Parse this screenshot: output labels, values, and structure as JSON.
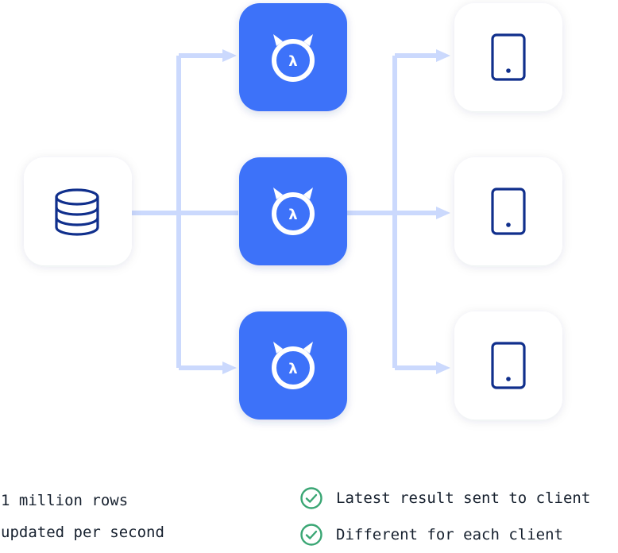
{
  "diagram": {
    "source": {
      "icon": "database-icon"
    },
    "processors": [
      {
        "icon": "hasura-lambda-icon"
      },
      {
        "icon": "hasura-lambda-icon"
      },
      {
        "icon": "hasura-lambda-icon"
      }
    ],
    "clients": [
      {
        "icon": "mobile-device-icon"
      },
      {
        "icon": "mobile-device-icon"
      },
      {
        "icon": "mobile-device-icon"
      }
    ]
  },
  "captions": {
    "source_line1": "1 million rows",
    "source_line2": "updated per second"
  },
  "benefits": [
    {
      "icon": "check-circle-icon",
      "label": "Latest result sent to client"
    },
    {
      "icon": "check-circle-icon",
      "label": "Different for each client"
    }
  ],
  "colors": {
    "processor_fill": "#3c72f9",
    "connector": "#cbd9fd",
    "icon_stroke": "#102f8c",
    "check_green": "#3aa674",
    "card_fill": "#ffffff"
  }
}
